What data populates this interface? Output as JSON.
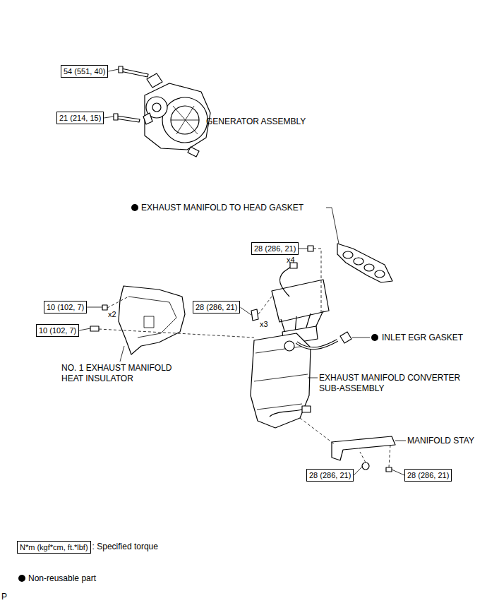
{
  "diagram": {
    "nodes": [
      {
        "text": [
          "54 (551, 40)"
        ]
      },
      {
        "text": [
          "21 (214, 15)"
        ]
      },
      {
        "text": [
          "28 (286, 21)"
        ]
      },
      {
        "text": [
          "28 (286, 21)"
        ]
      },
      {
        "text": [
          "10 (102, 7)"
        ]
      },
      {
        "text": [
          "10 (102, 7)"
        ]
      },
      {
        "text": [
          "28 (286, 21)"
        ]
      },
      {
        "text": [
          "28 (286, 21)"
        ]
      },
      {
        "text": [
          "N*m (kgf*cm, ft.*lbf)"
        ]
      }
    ],
    "labels": [
      "GENERATOR ASSEMBLY",
      "EXHAUST MANIFOLD TO HEAD GASKET",
      "x4",
      "x2",
      "x3",
      "INLET EGR GASKET",
      "NO. 1 EXHAUST MANIFOLD HEAT INSULATOR",
      "EXHAUST MANIFOLD CONVERTER SUB-ASSEMBLY",
      "MANIFOLD STAY",
      "P"
    ],
    "legend": [
      {
        "text": ": Specified torque"
      },
      {
        "text": "Non-reusable part"
      }
    ]
  }
}
